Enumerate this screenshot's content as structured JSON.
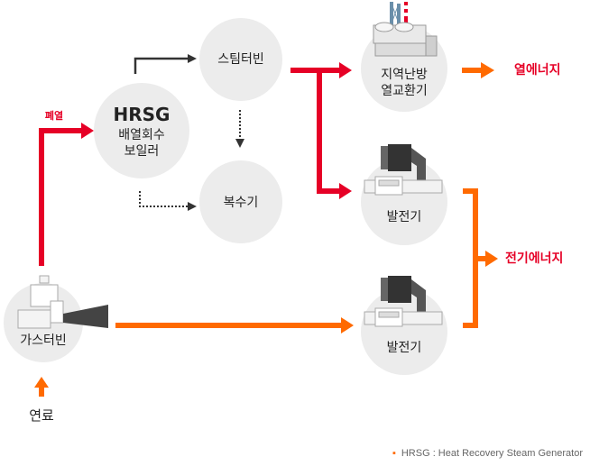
{
  "nodes": {
    "hrsg": {
      "title": "HRSG",
      "line1": "배열회수",
      "line2": "보일러"
    },
    "steam_turbine": "스팀터빈",
    "condenser": "복수기",
    "district_heating": {
      "line1": "지역난방",
      "line2": "열교환기"
    },
    "generator_upper": "발전기",
    "generator_lower": "발전기",
    "gas_turbine": "가스터빈"
  },
  "labels": {
    "exhaust": "폐열",
    "fuel": "연료",
    "heat_energy": "열에너지",
    "electric_energy": "전기에너지"
  },
  "footnote": "HRSG : Heat Recovery Steam Generator",
  "colors": {
    "red": "#e60026",
    "orange": "#ff6a00",
    "node_fill": "#ececec",
    "dark": "#333333"
  }
}
